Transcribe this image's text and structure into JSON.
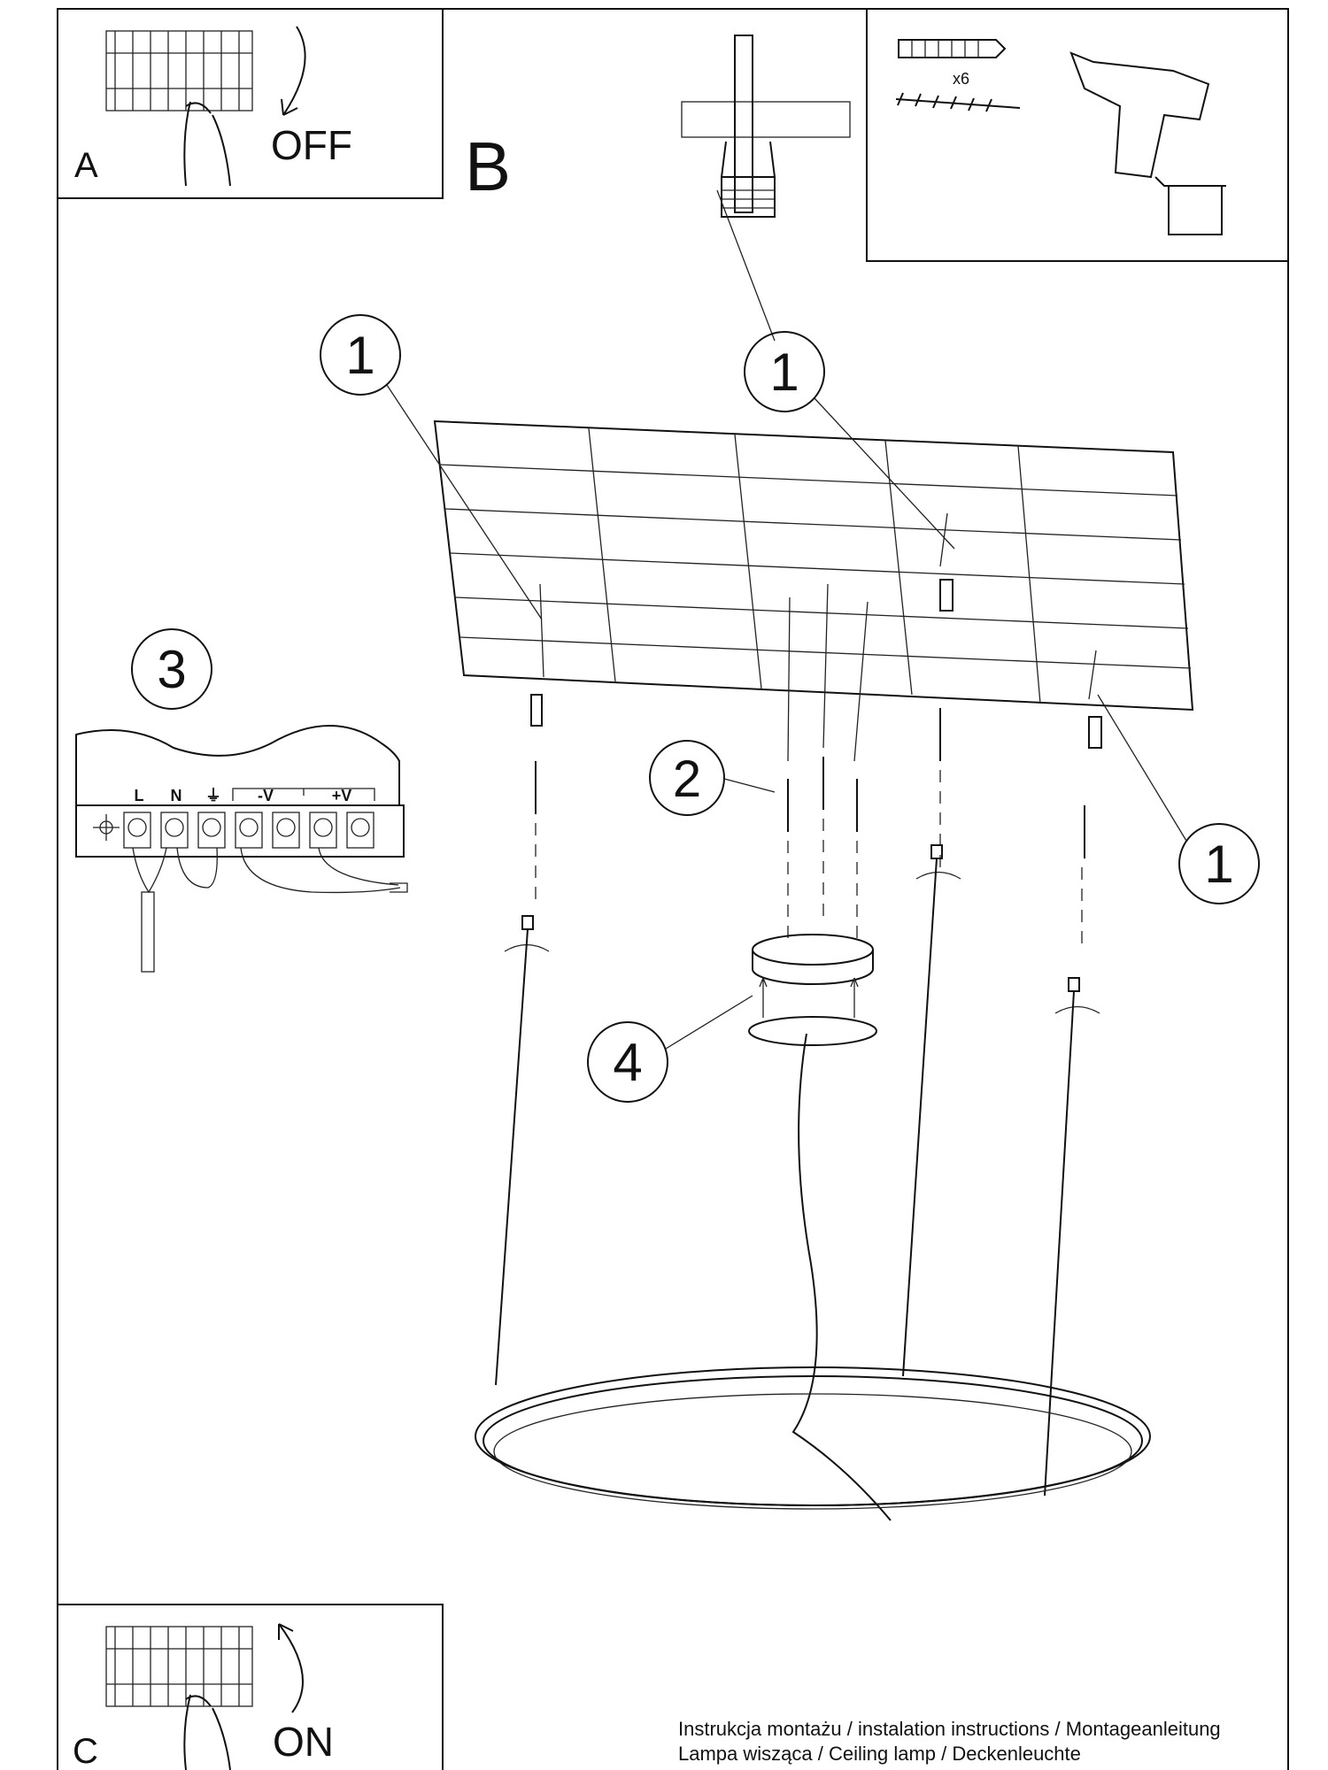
{
  "steps": {
    "a_label": "A",
    "a_state": "OFF",
    "b_label": "B",
    "c_label": "C",
    "c_state": "ON"
  },
  "callouts": {
    "screw_anchor": "1",
    "screw": "2",
    "terminal": "3",
    "canopy": "4"
  },
  "tools": {
    "quantity": "x6"
  },
  "terminal_block": {
    "labels": [
      "L",
      "N",
      "⏚",
      "-V",
      "+V"
    ]
  },
  "footer": {
    "line1": "Instrukcja montażu / instalation instructions / Montageanleitung",
    "line2": "Lampa wisząca / Ceiling lamp / Deckenleuchte"
  }
}
